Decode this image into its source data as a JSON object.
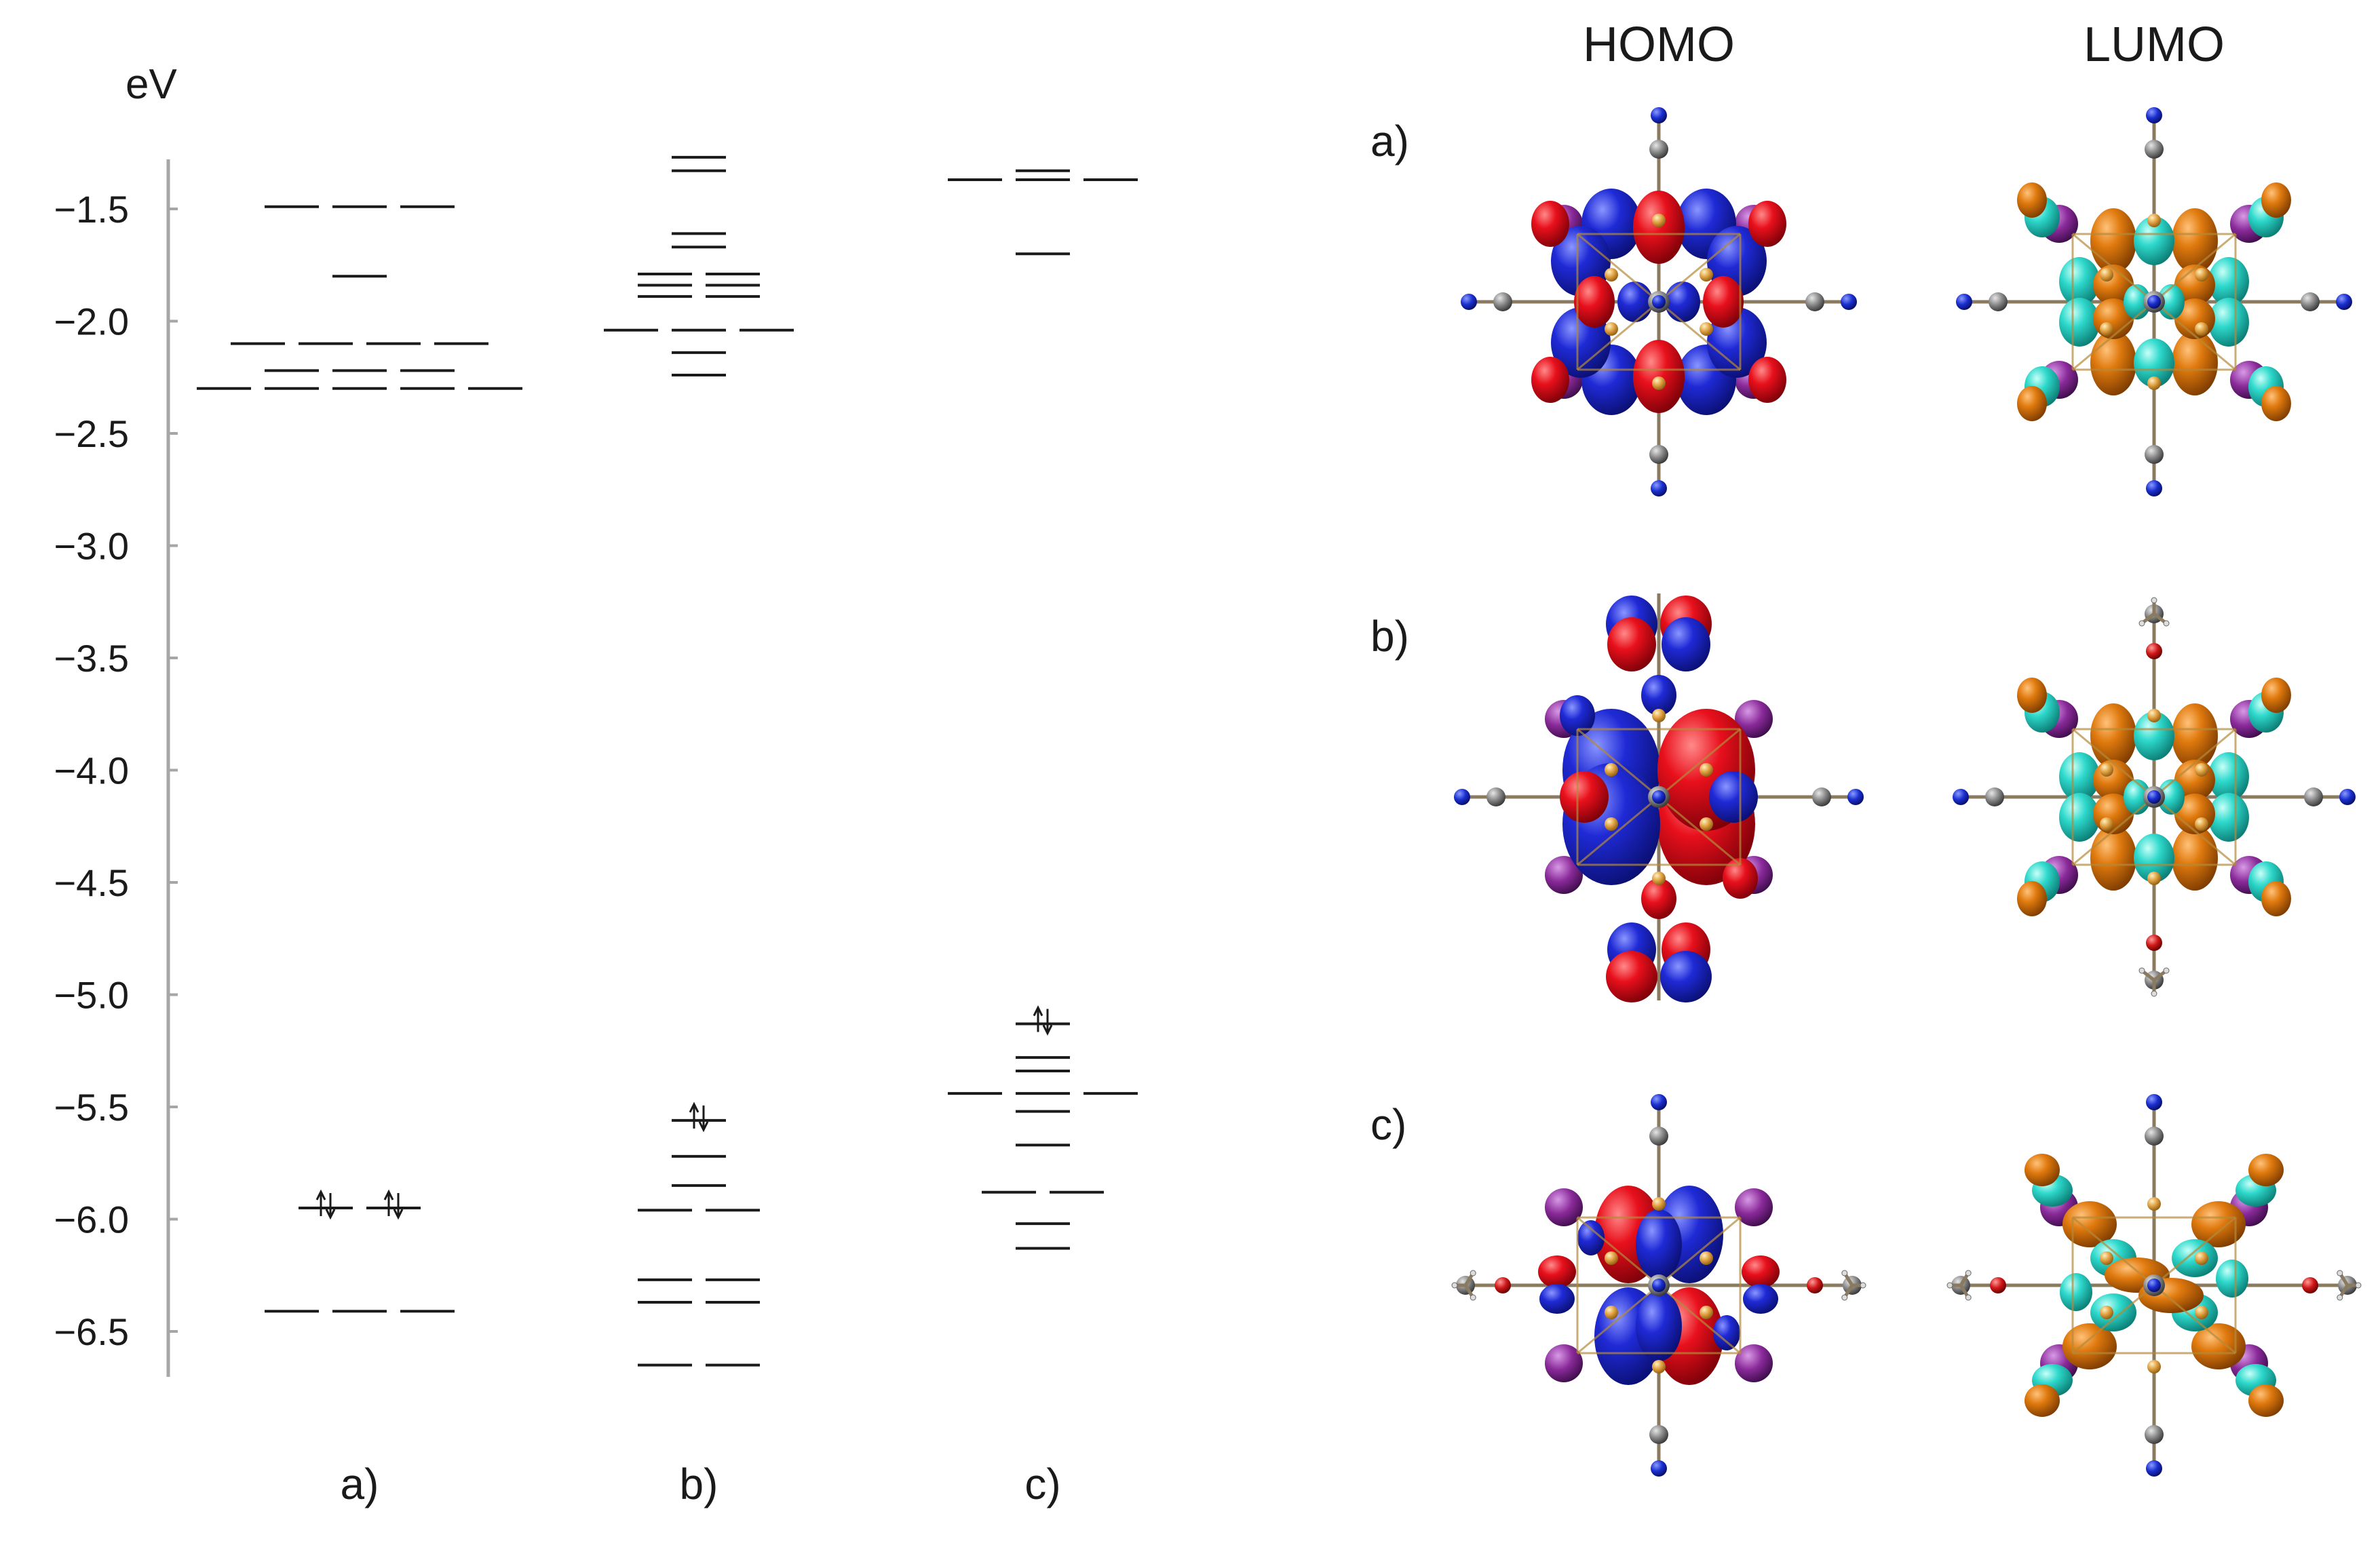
{
  "energy_diagram": {
    "unit_label": "eV",
    "y_range": [
      -6.7,
      -1.2
    ],
    "ticks": [
      {
        "value": -1.5,
        "label": "−1.5"
      },
      {
        "value": -2.0,
        "label": "−2.0"
      },
      {
        "value": -2.5,
        "label": "−2.5"
      },
      {
        "value": -3.0,
        "label": "−3.0"
      },
      {
        "value": -3.5,
        "label": "−3.5"
      },
      {
        "value": -4.0,
        "label": "−4.0"
      },
      {
        "value": -4.5,
        "label": "−4.5"
      },
      {
        "value": -5.0,
        "label": "−5.0"
      },
      {
        "value": -5.5,
        "label": "−5.5"
      },
      {
        "value": -6.0,
        "label": "−6.0"
      },
      {
        "value": -6.5,
        "label": "−6.5"
      }
    ],
    "columns": [
      {
        "label": "a)",
        "unoccupied": [
          {
            "energy": -1.49,
            "degeneracy": 3
          },
          {
            "energy": -1.8,
            "degeneracy": 1
          },
          {
            "energy": -2.1,
            "degeneracy": 4
          },
          {
            "energy": -2.22,
            "degeneracy": 3
          },
          {
            "energy": -2.3,
            "degeneracy": 5
          }
        ],
        "occupied": [
          {
            "energy": -5.95,
            "degeneracy": 2,
            "homo": true
          },
          {
            "energy": -6.41,
            "degeneracy": 3
          }
        ]
      },
      {
        "label": "b)",
        "unoccupied": [
          {
            "energy": -1.27,
            "degeneracy": 1
          },
          {
            "energy": -1.33,
            "degeneracy": 1
          },
          {
            "energy": -1.61,
            "degeneracy": 1
          },
          {
            "energy": -1.67,
            "degeneracy": 1
          },
          {
            "energy": -1.79,
            "degeneracy": 2
          },
          {
            "energy": -1.84,
            "degeneracy": 2
          },
          {
            "energy": -1.89,
            "degeneracy": 2
          },
          {
            "energy": -2.04,
            "degeneracy": 3
          },
          {
            "energy": -2.14,
            "degeneracy": 1
          },
          {
            "energy": -2.24,
            "degeneracy": 1
          }
        ],
        "occupied": [
          {
            "energy": -5.56,
            "degeneracy": 1,
            "homo": true
          },
          {
            "energy": -5.72,
            "degeneracy": 1
          },
          {
            "energy": -5.85,
            "degeneracy": 1
          },
          {
            "energy": -5.96,
            "degeneracy": 2
          },
          {
            "energy": -6.27,
            "degeneracy": 2
          },
          {
            "energy": -6.37,
            "degeneracy": 2
          },
          {
            "energy": -6.65,
            "degeneracy": 2
          }
        ]
      },
      {
        "label": "c)",
        "unoccupied": [
          {
            "energy": -1.33,
            "degeneracy": 1
          },
          {
            "energy": -1.37,
            "degeneracy": 3
          },
          {
            "energy": -1.7,
            "degeneracy": 1
          }
        ],
        "occupied": [
          {
            "energy": -5.13,
            "degeneracy": 1,
            "homo": true
          },
          {
            "energy": -5.28,
            "degeneracy": 1
          },
          {
            "energy": -5.34,
            "degeneracy": 1
          },
          {
            "energy": -5.44,
            "degeneracy": 3
          },
          {
            "energy": -5.52,
            "degeneracy": 1
          },
          {
            "energy": -5.67,
            "degeneracy": 1
          },
          {
            "energy": -5.88,
            "degeneracy": 2
          },
          {
            "energy": -6.02,
            "degeneracy": 1
          },
          {
            "energy": -6.13,
            "degeneracy": 1
          }
        ]
      }
    ]
  },
  "orbitals": {
    "headers": {
      "homo": "HOMO",
      "lumo": "LUMO"
    },
    "rows": [
      {
        "label": "a)",
        "homo_variant": "cn-square",
        "lumo_variant": "cn-square"
      },
      {
        "label": "b)",
        "homo_variant": "lobes-axial",
        "lumo_variant": "methoxy-axial"
      },
      {
        "label": "c)",
        "homo_variant": "methoxy-equatorial",
        "lumo_variant": "methoxy-equatorial"
      }
    ]
  },
  "colors": {
    "homo_positive": "#e8101c",
    "homo_negative": "#1f2ad6",
    "lumo_positive": "#e07a0e",
    "lumo_negative": "#2ed9cc",
    "atom_purple": "#8a2a9a",
    "atom_gold": "#e0a040",
    "atom_carbon": "#888888",
    "atom_nitrogen": "#1a2fd0",
    "atom_oxygen": "#d01818",
    "level_line": "#1a1a1a"
  }
}
